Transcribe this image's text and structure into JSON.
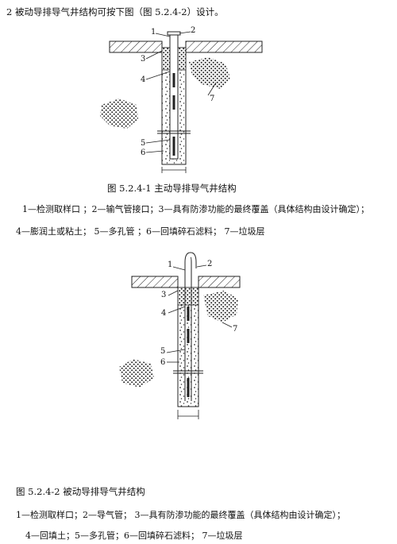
{
  "intro": "2 被动导排导气井结构可按下图（图 5.2.4-2）设计。",
  "figure1": {
    "caption": "图 5.2.4-1  主动导排导气井结构",
    "legend_line1": "1—检测取样口 ；2—输气管接口；3—具有防渗功能的最终覆盖（具体结构由设计确定）；",
    "legend_line2": "4—膨润土或粘土；  5—多孔管 ；6—回填碎石滤料；   7—垃圾层",
    "callouts": [
      "1",
      "2",
      "3",
      "4",
      "7",
      "5",
      "6"
    ]
  },
  "figure2": {
    "caption": "图 5.2.4-2 被动导排导气井结构",
    "legend_line1": "1—检测取样口；2—导气管；  3—具有防渗功能的最终覆盖（具体结构由设计确定）；",
    "legend_line2": "4—回填土；5—多孔管；6—回填碎石滤料；   7—垃圾层",
    "callouts": [
      "1",
      "2",
      "3",
      "4",
      "7",
      "5",
      "6"
    ]
  }
}
